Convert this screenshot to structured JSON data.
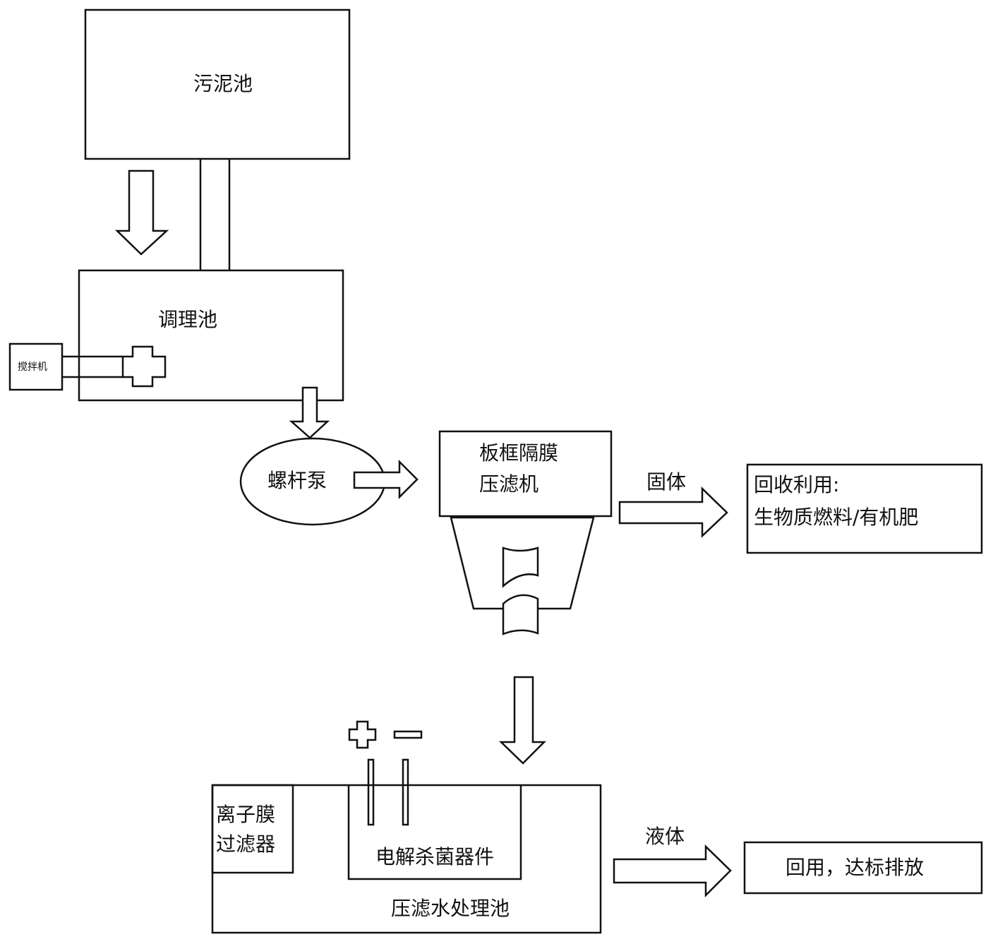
{
  "labels": {
    "sludge_tank": "污泥池",
    "conditioning_tank": "调理池",
    "mixer": "搅拌机",
    "screw_pump": "螺杆泵",
    "filter_press_line1": "板框隔膜",
    "filter_press_line2": "压滤机",
    "solid": "固体",
    "recycle_line1": "回收利用:",
    "recycle_line2": "生物质燃料/有机肥",
    "ion_membrane_line1": "离子膜",
    "ion_membrane_line2": "过滤器",
    "electrolysis_device": "电解杀菌器件",
    "treatment_tank": "压滤水处理池",
    "liquid": "液体",
    "reuse_discharge": "回用，达标排放"
  }
}
